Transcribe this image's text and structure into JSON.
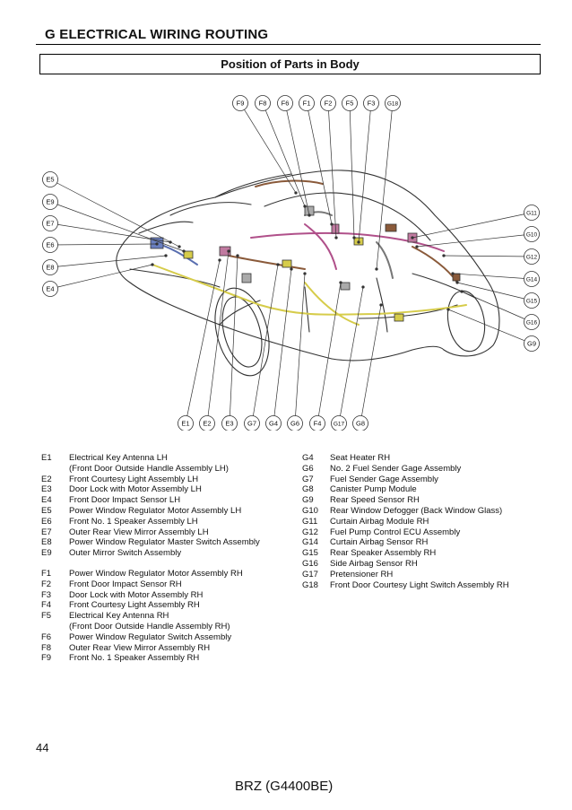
{
  "header": {
    "section_title": "G   ELECTRICAL WIRING ROUTING",
    "subtitle": "Position of Parts in Body"
  },
  "diagram": {
    "callouts_top": [
      "F9",
      "F8",
      "F6",
      "F1",
      "F2",
      "F5",
      "F3",
      "G18"
    ],
    "callouts_left": [
      "E5",
      "E9",
      "E7",
      "E6",
      "E8",
      "E4"
    ],
    "callouts_right": [
      "G11",
      "G10",
      "G12",
      "G14",
      "G15",
      "G16",
      "G9"
    ],
    "callouts_bottom": [
      "E1",
      "E2",
      "E3",
      "G7",
      "G4",
      "G6",
      "F4",
      "G17",
      "G8"
    ],
    "colors": {
      "outline": "#333333",
      "harness_yellow": "#d6cc4a",
      "harness_magenta": "#b0508a",
      "harness_brown": "#8a5a3a",
      "harness_blue": "#5a6fb0",
      "harness_gray": "#777777"
    }
  },
  "legend": {
    "left": [
      {
        "code": "E1",
        "name": "Electrical Key Antenna LH"
      },
      {
        "code": "",
        "name": "(Front Door Outside Handle Assembly LH)"
      },
      {
        "code": "E2",
        "name": "Front Courtesy Light Assembly LH"
      },
      {
        "code": "E3",
        "name": "Door Lock with Motor Assembly LH"
      },
      {
        "code": "E4",
        "name": "Front Door Impact Sensor LH"
      },
      {
        "code": "E5",
        "name": "Power Window Regulator Motor Assembly LH"
      },
      {
        "code": "E6",
        "name": "Front No. 1 Speaker Assembly LH"
      },
      {
        "code": "E7",
        "name": "Outer Rear View Mirror Assembly LH"
      },
      {
        "code": "E8",
        "name": "Power Window Regulator Master Switch Assembly"
      },
      {
        "code": "E9",
        "name": "Outer Mirror Switch Assembly"
      },
      {
        "gap": true
      },
      {
        "code": "F1",
        "name": "Power Window Regulator Motor Assembly RH"
      },
      {
        "code": "F2",
        "name": "Front Door Impact Sensor RH"
      },
      {
        "code": "F3",
        "name": "Door Lock with Motor Assembly RH"
      },
      {
        "code": "F4",
        "name": "Front Courtesy Light Assembly RH"
      },
      {
        "code": "F5",
        "name": "Electrical Key Antenna RH"
      },
      {
        "code": "",
        "name": "(Front Door Outside Handle Assembly RH)"
      },
      {
        "code": "F6",
        "name": "Power Window Regulator Switch Assembly"
      },
      {
        "code": "F8",
        "name": "Outer Rear View Mirror Assembly RH"
      },
      {
        "code": "F9",
        "name": "Front No. 1 Speaker Assembly RH"
      }
    ],
    "right": [
      {
        "code": "G4",
        "name": "Seat Heater RH"
      },
      {
        "code": "G6",
        "name": "No. 2 Fuel Sender Gage Assembly"
      },
      {
        "code": "G7",
        "name": "Fuel Sender Gage Assembly"
      },
      {
        "code": "G8",
        "name": "Canister Pump Module"
      },
      {
        "code": "G9",
        "name": "Rear Speed Sensor RH"
      },
      {
        "code": "G10",
        "name": "Rear Window Defogger (Back Window Glass)"
      },
      {
        "code": "G11",
        "name": "Curtain Airbag Module RH"
      },
      {
        "code": "G12",
        "name": "Fuel Pump Control ECU Assembly"
      },
      {
        "code": "G14",
        "name": "Curtain Airbag Sensor RH"
      },
      {
        "code": "G15",
        "name": "Rear Speaker Assembly RH"
      },
      {
        "code": "G16",
        "name": "Side Airbag Sensor RH"
      },
      {
        "code": "G17",
        "name": "Pretensioner RH"
      },
      {
        "code": "G18",
        "name": "Front Door Courtesy Light Switch Assembly RH"
      }
    ]
  },
  "footer": {
    "page_number": "44",
    "model_code": "BRZ (G4400BE)"
  }
}
